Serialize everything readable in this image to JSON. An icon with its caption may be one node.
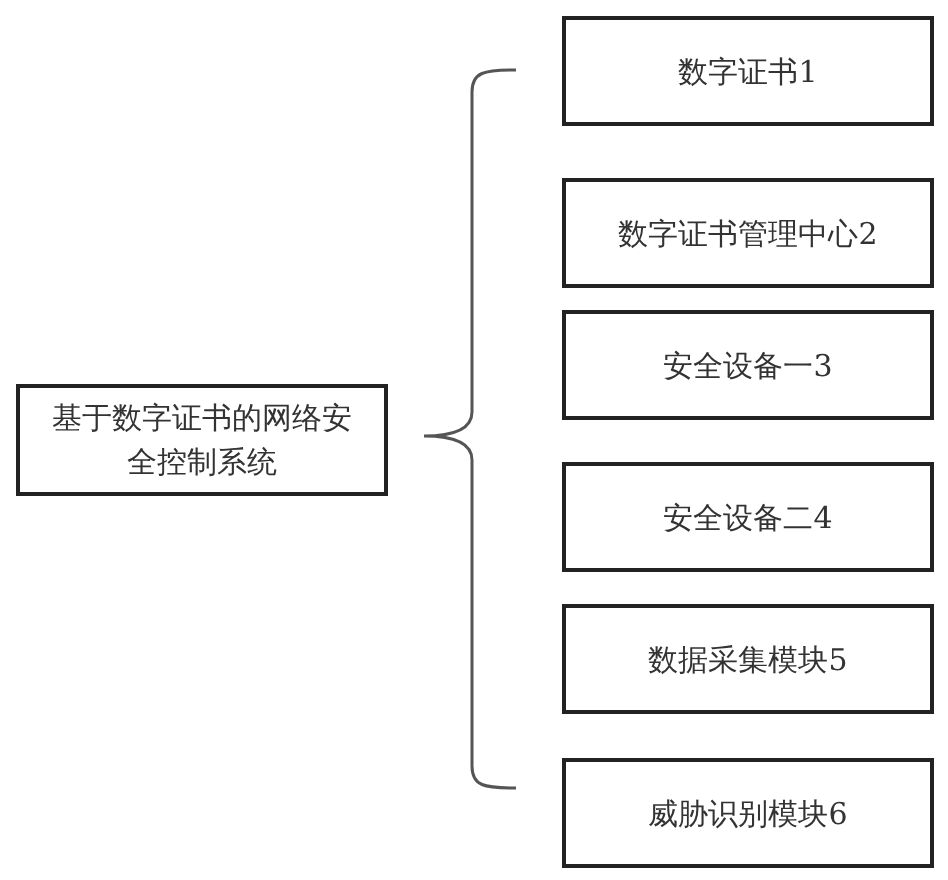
{
  "diagram": {
    "nodes": [
      {
        "text": [
          "基于数字证书的网络安全控制系统"
        ]
      },
      {
        "text": [
          "数字证书1"
        ]
      },
      {
        "text": [
          "数字证书管理中心2"
        ]
      },
      {
        "text": [
          "安全设备一3"
        ]
      },
      {
        "text": [
          "安全设备二4"
        ]
      },
      {
        "text": [
          "数据采集模块5"
        ]
      },
      {
        "text": [
          "威胁识别模块6"
        ]
      }
    ]
  }
}
